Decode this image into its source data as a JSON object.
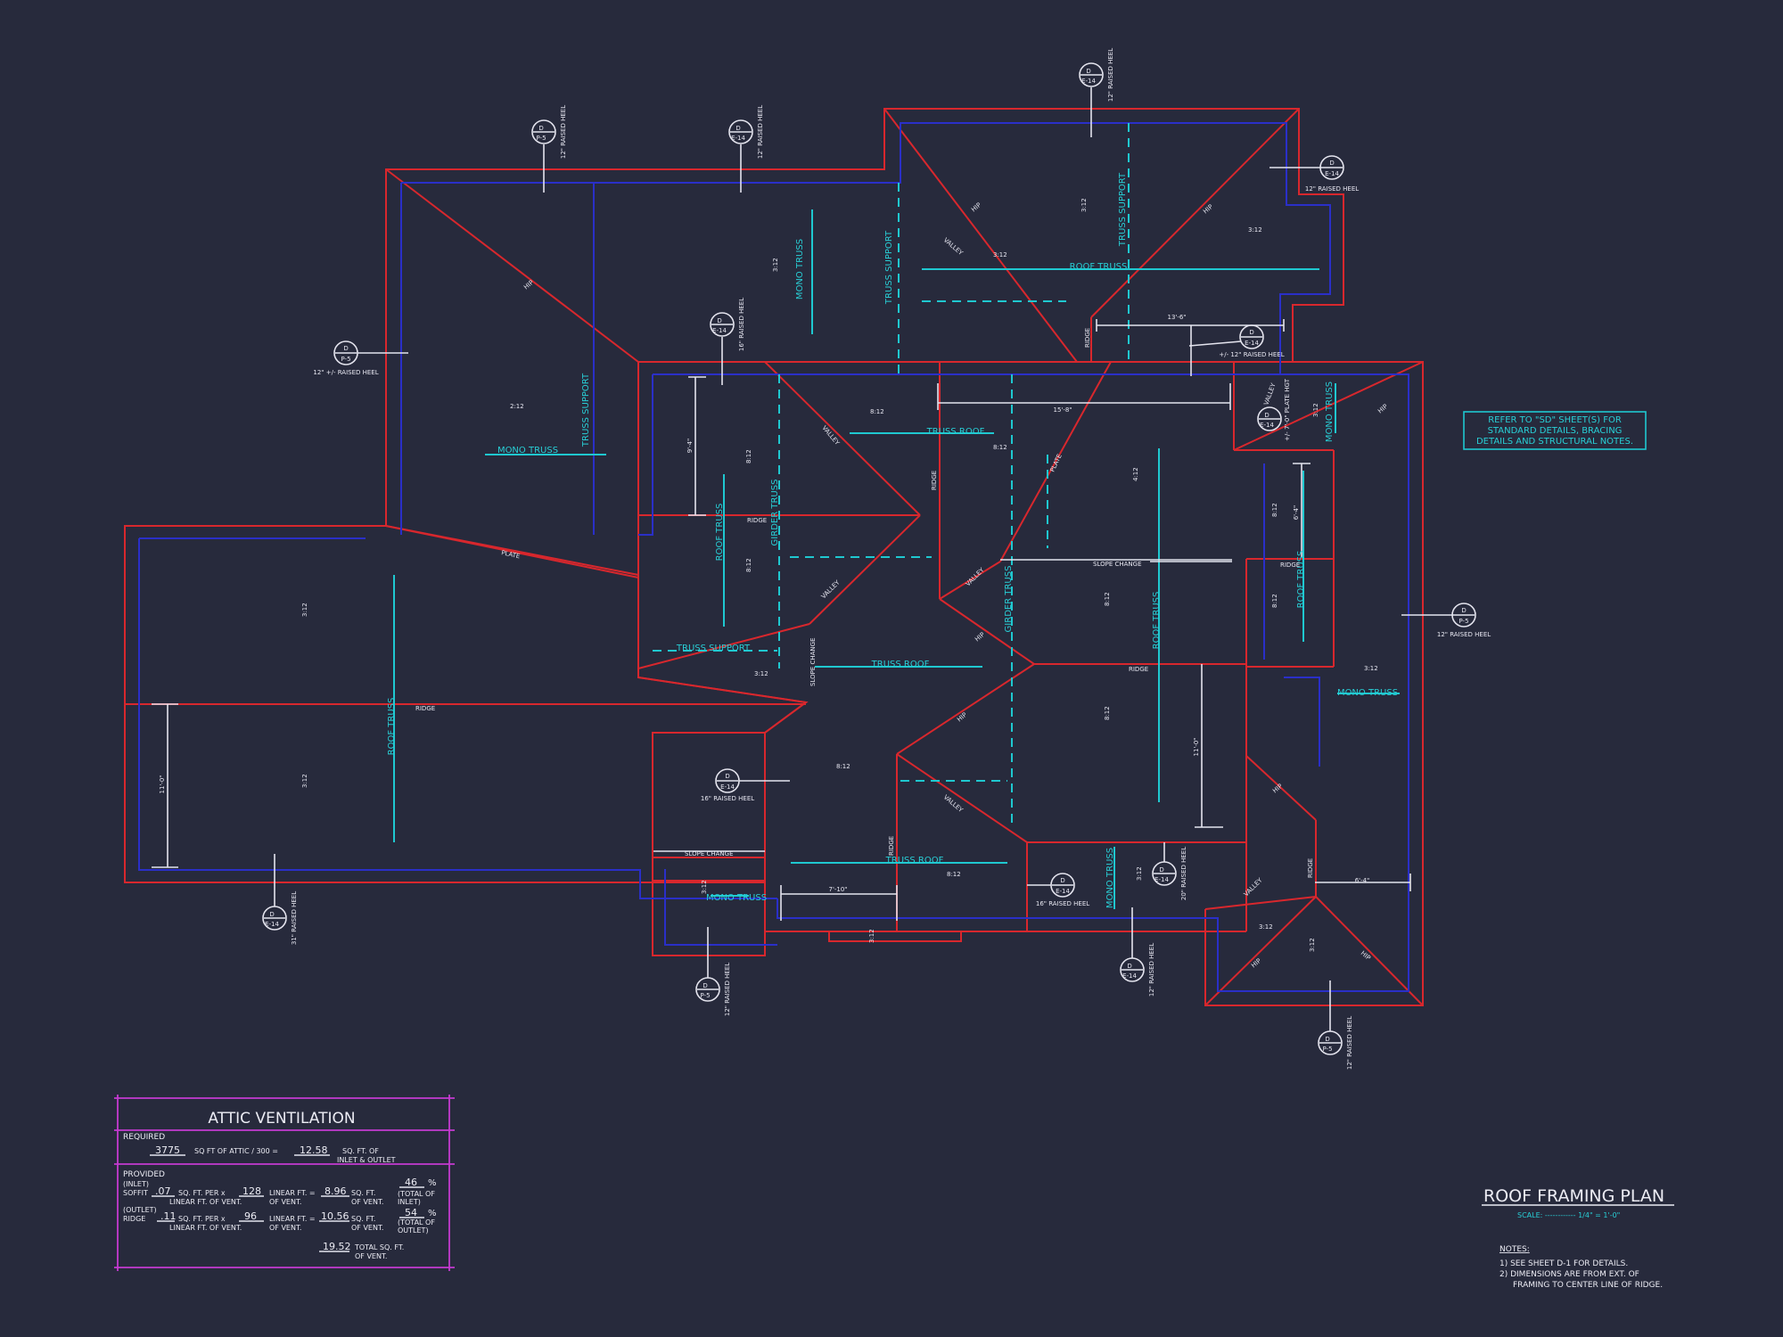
{
  "plan": {
    "title": "ROOF FRAMING PLAN",
    "scale": "SCALE: ------------ 1/4\" = 1'-0\"",
    "notes_heading": "NOTES:",
    "notes": [
      "1)  SEE SHEET D-1 FOR DETAILS.",
      "2)  DIMENSIONS ARE FROM EXT. OF",
      "FRAMING TO CENTER LINE OF RIDGE."
    ],
    "refer_note": [
      "REFER TO \"SD\" SHEET(S) FOR",
      "STANDARD DETAILS, BRACING",
      "DETAILS AND STRUCTURAL NOTES."
    ]
  },
  "attic": {
    "title": "ATTIC VENTILATION",
    "required_label": "REQUIRED",
    "req_attic_sqft": "3775",
    "req_text_a": "SQ FT OF ATTIC / 300 =",
    "req_result": "12.58",
    "req_text_b": "SQ. FT. OF",
    "req_text_c": "INLET & OUTLET",
    "provided_label": "PROVIDED",
    "inlet_label": "(INLET)",
    "soffit_label": "SOFFIT",
    "soffit_rate": ".07",
    "soffit_text_a": "SQ. FT. PER x",
    "soffit_lf": "128",
    "soffit_text_b": "LINEAR FT. =",
    "soffit_sqft": "8.96",
    "soffit_text_c": "SQ. FT.",
    "soffit_text_d": "LINEAR FT. OF VENT.",
    "soffit_text_e": "OF VENT.",
    "soffit_text_f": "OF VENT.",
    "soffit_pct": "46",
    "pct_sign": "%",
    "soffit_total": "(TOTAL OF",
    "soffit_total_b": "INLET)",
    "outlet_label": "(OUTLET)",
    "ridge_label": "RIDGE",
    "ridge_rate": ".11",
    "ridge_text_a": "SQ. FT. PER x",
    "ridge_lf": "96",
    "ridge_text_b": "LINEAR FT. =",
    "ridge_sqft": "10.56",
    "ridge_text_c": "SQ. FT.",
    "ridge_text_d": "LINEAR FT. OF VENT.",
    "ridge_text_e": "OF VENT.",
    "ridge_text_f": "OF VENT.",
    "ridge_pct": "54",
    "ridge_total": "(TOTAL OF",
    "ridge_total_b": "OUTLET)",
    "total_sqft": "19.52",
    "total_text": "TOTAL SQ. FT.",
    "total_text_b": "OF VENT."
  },
  "detail_refs": [
    {
      "top": "D",
      "bottom": "P-5",
      "note": "12\" RAISED HEEL"
    },
    {
      "top": "D",
      "bottom": "E-14",
      "note": "12\" RAISED HEEL"
    },
    {
      "top": "D",
      "bottom": "E-14",
      "note": "12\" RAISED HEEL"
    },
    {
      "top": "D",
      "bottom": "E-14",
      "note": "12\" RAISED HEEL"
    },
    {
      "top": "D",
      "bottom": "P-5",
      "note": "12\" +/- RAISED HEEL"
    },
    {
      "top": "D",
      "bottom": "E-14",
      "note": "16\" RAISED HEEL"
    },
    {
      "top": "D",
      "bottom": "E-14",
      "note": "+/- 12\" RAISED HEEL"
    },
    {
      "top": "D",
      "bottom": "E-14",
      "note": "+/- 7'-0\" PLATE HGT"
    },
    {
      "top": "D",
      "bottom": "P-5",
      "note": "12\" RAISED HEEL"
    },
    {
      "top": "D",
      "bottom": "E-14",
      "note": "16\" RAISED HEEL"
    },
    {
      "top": "D",
      "bottom": "E-14",
      "note": "31\" RAISED HEEL"
    },
    {
      "top": "D",
      "bottom": "P-5",
      "note": "12\" RAISED HEEL"
    },
    {
      "top": "D",
      "bottom": "E-14",
      "note": "16\" RAISED HEEL"
    },
    {
      "top": "D",
      "bottom": "E-14",
      "note": "20\" RAISED HEEL"
    },
    {
      "top": "D",
      "bottom": "E-14",
      "note": "12\" RAISED HEEL"
    },
    {
      "top": "D",
      "bottom": "P-5",
      "note": "12\" RAISED HEEL"
    }
  ],
  "labels": {
    "mono_truss": "MONO TRUSS",
    "roof_truss": "ROOF TRUSS",
    "truss_roof": "TRUSS ROOF",
    "truss_support": "TRUSS SUPPORT",
    "girder_truss": "GIRDER TRUSS",
    "hip": "HIP",
    "valley": "VALLEY",
    "ridge": "RIDGE",
    "plate": "PLATE",
    "slope_change": "SLOPE CHANGE",
    "pitch_312": "3:12",
    "pitch_212": "2:12",
    "pitch_812": "8:12",
    "pitch_412": "4:12",
    "dim_13_6": "13'-6\"",
    "dim_15_8": "15'-8\"",
    "dim_9_4": "9'-4\"",
    "dim_6_4a": "6'-4\"",
    "dim_11_0a": "11'-0\"",
    "dim_11_0b": "11'-0\"",
    "dim_7_10": "7'-10\"",
    "dim_6_4b": "6'-4\""
  }
}
